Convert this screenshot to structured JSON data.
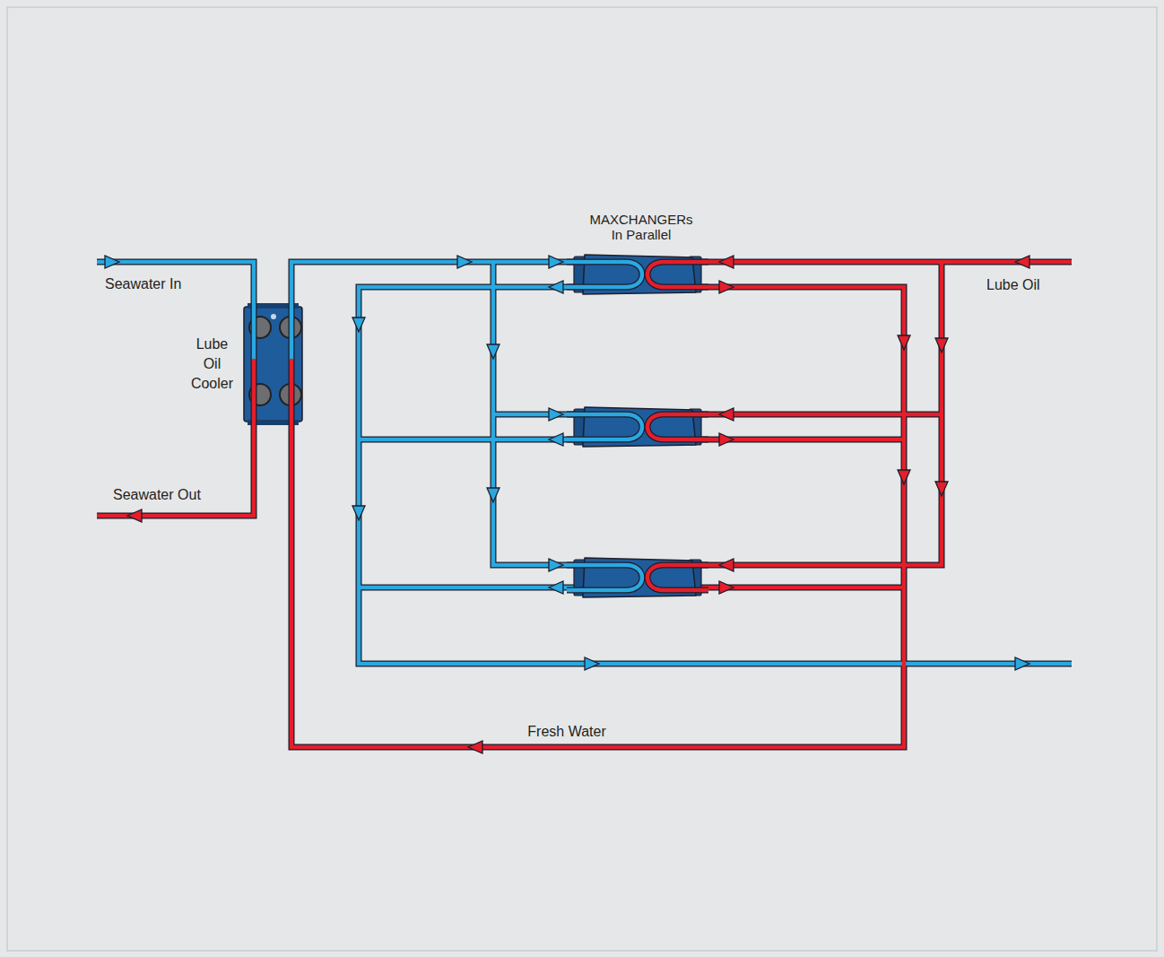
{
  "diagram": {
    "nodes": [
      {
        "text": [
          "Lube Oil Cooler"
        ]
      }
    ],
    "labels": [
      "MAXCHANGERs In Parallel",
      "Seawater In",
      "Lube Oil",
      "Seawater Out",
      "Fresh Water"
    ]
  }
}
